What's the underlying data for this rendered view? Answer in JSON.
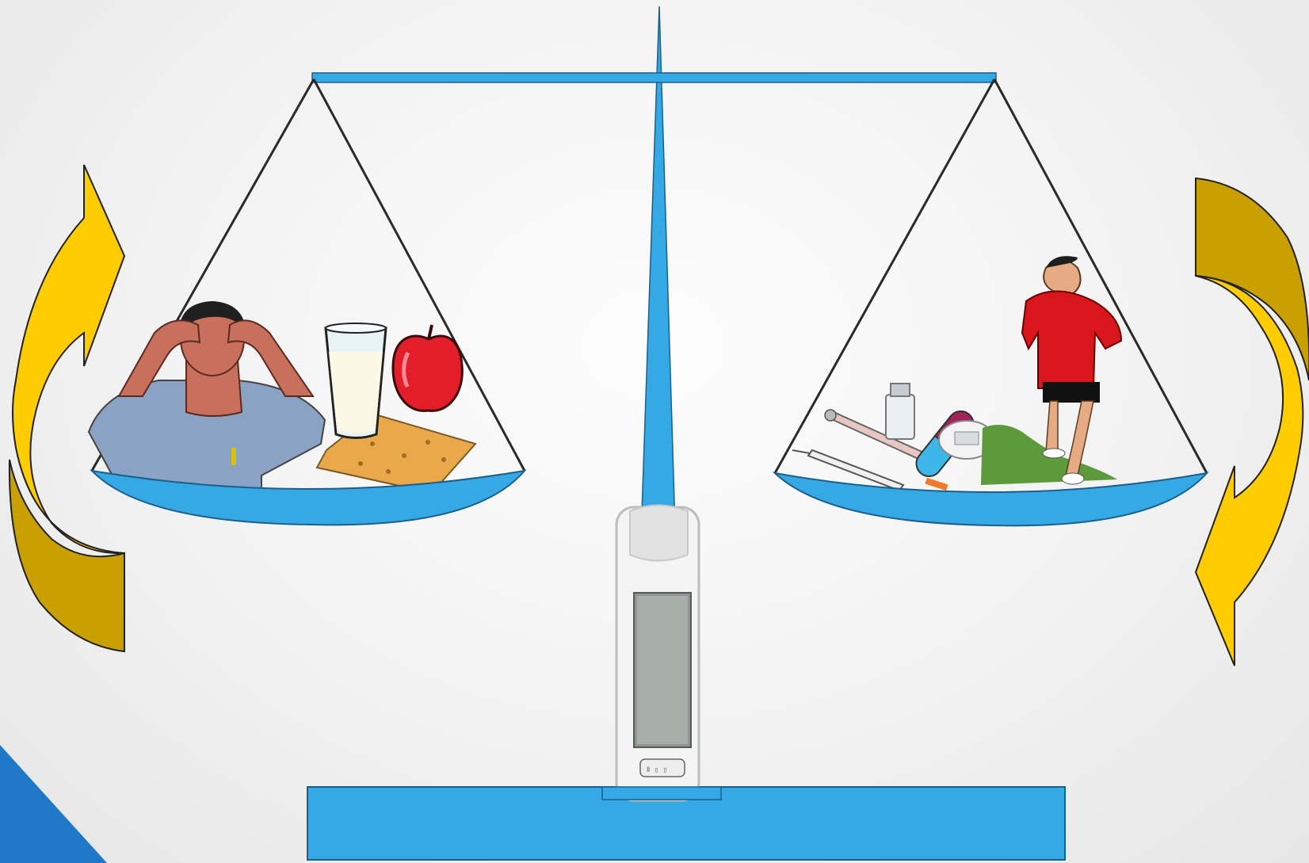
{
  "scene": {
    "colors": {
      "scale_blue": "#35a9e6",
      "scale_outline": "#1c5f8a",
      "string": "#2a2a2a",
      "arrow_yellow": "#ffcc00",
      "arrow_gold": "#c9a000",
      "corner_blue": "#1f78c8"
    },
    "left_pan": {
      "items": [
        "stressed-man",
        "glass-of-milk",
        "red-apple",
        "cracker"
      ]
    },
    "right_pan": {
      "items": [
        "insulin-pen",
        "medicine-vial",
        "capsule-pill",
        "syringe",
        "blood-glucose-meter",
        "jogging-man"
      ]
    },
    "center": {
      "item": "blood-glucose-meter"
    },
    "arrows": {
      "left": "curved-arrow-up",
      "right": "curved-arrow-down"
    }
  }
}
